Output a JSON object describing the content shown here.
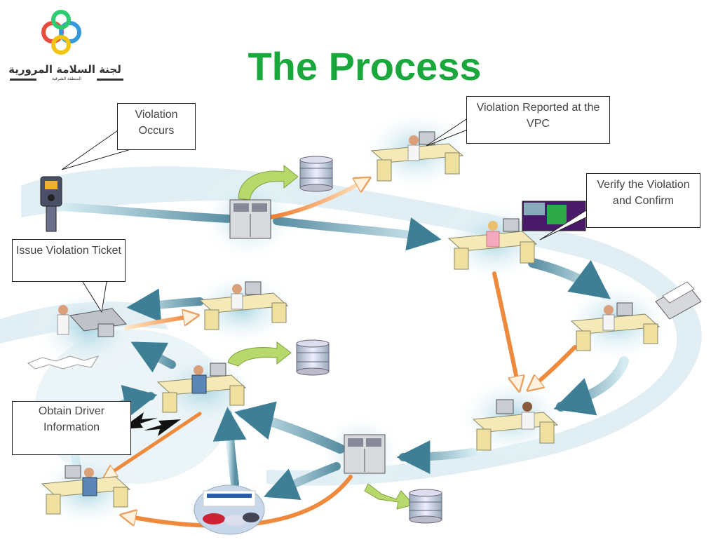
{
  "title": "The Process",
  "logo": {
    "name": "لجنة السلامة المرورية",
    "subtitle": "المنطقة الشرقية",
    "colors": [
      "#e74c3c",
      "#3498db",
      "#f1c40f",
      "#2ecc71"
    ]
  },
  "callouts": {
    "violation_occurs": "Violation Occurs",
    "violation_reported": "Violation Reported at the VPC",
    "verify": "Verify the Violation and Confirm",
    "issue_ticket": "Issue Violation Ticket",
    "obtain_driver": "Obtain Driver Information"
  },
  "colors": {
    "title": "#1aa83c",
    "flow_band": "#cfe6ee",
    "flow_arrow": "#3f7f95",
    "orange_arrow": "#ef8a3c",
    "green_arrow": "#a6cc5a"
  }
}
